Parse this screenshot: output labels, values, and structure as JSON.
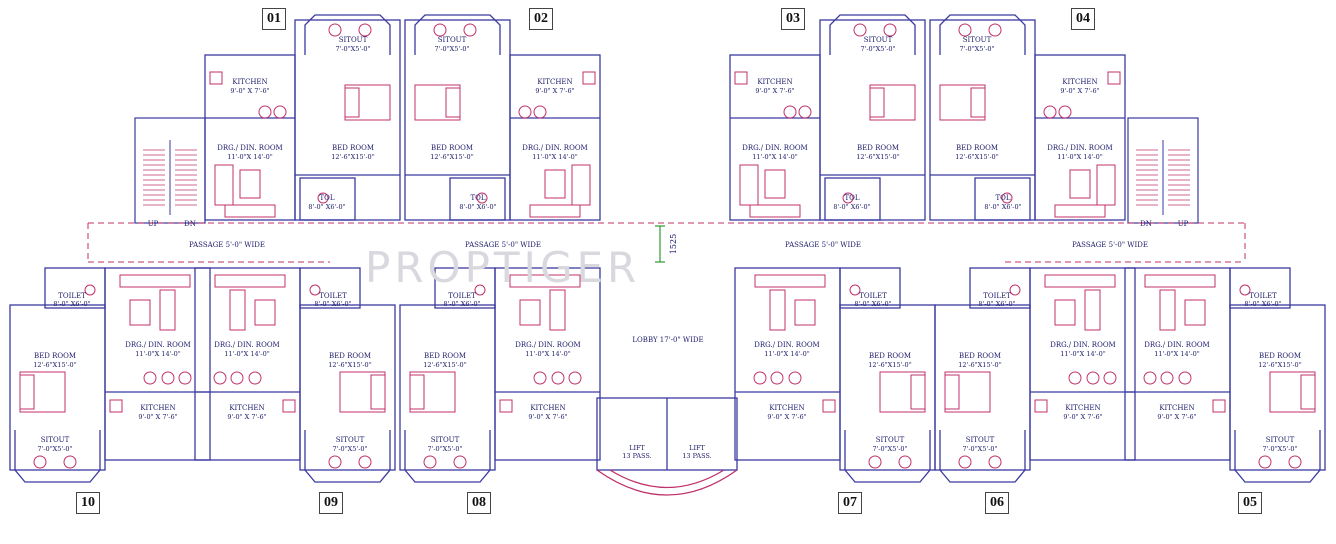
{
  "watermark": "PROPTIGER",
  "units": [
    "01",
    "02",
    "03",
    "04",
    "10",
    "09",
    "08",
    "07",
    "06",
    "05"
  ],
  "labels": {
    "sitout": "SITOUT",
    "sitout_dim": "7'-0\"X5'-0\"",
    "kitchen": "KITCHEN",
    "kitchen_dim": "9'-0\" X 7'-6\"",
    "bed": "BED ROOM",
    "bed_dim": "12'-6\"X15'-0\"",
    "drg": "DRG./ DIN. ROOM",
    "drg_dim": "11'-0\"X 14'-0\"",
    "tol": "TOL",
    "toilet": "TOILET",
    "tol_dim": "8'-0\" X6'-0\"",
    "up": "UP",
    "dn": "DN",
    "passage": "PASSAGE 5'-0\" WIDE",
    "lobby": "LOBBY 17'-0\" WIDE",
    "lift": "LIFT",
    "lift_cap": "13 PASS.",
    "dimension": "1525"
  },
  "colors": {
    "wall": "#3a3aa0",
    "furniture": "#c0306a",
    "dim_line": "#2e9a2e",
    "text": "#1a1a6a"
  }
}
